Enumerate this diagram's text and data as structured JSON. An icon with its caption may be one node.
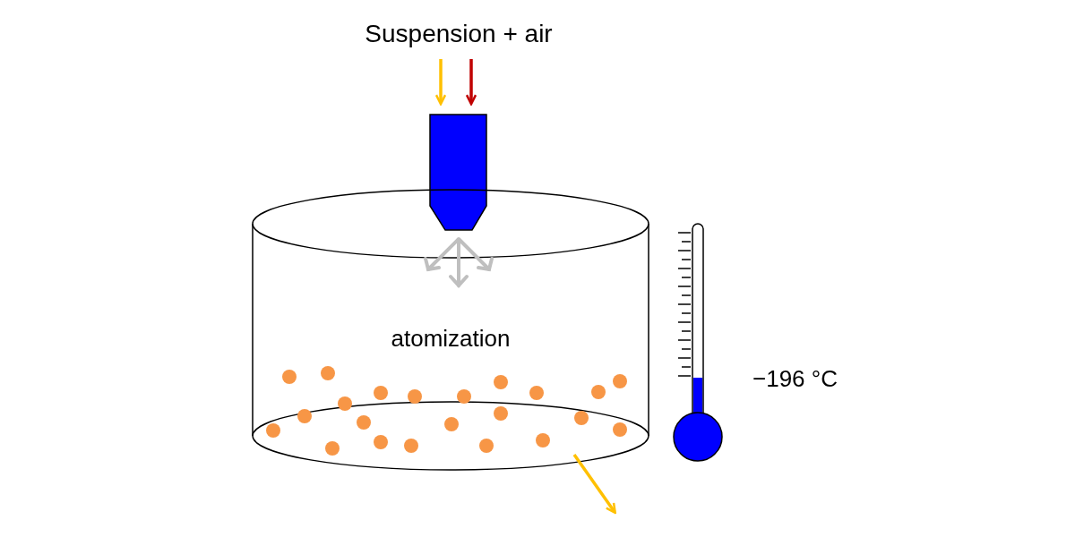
{
  "diagram": {
    "nodes": [
      {
        "text": [
          "Suspension + air"
        ]
      },
      {
        "text": [],
        "shape": "box"
      },
      {
        "text": [
          "atomization"
        ]
      },
      {
        "text": [],
        "shape": "thermometer",
        "beside": [
          "−196 °C"
        ]
      }
    ],
    "edges": [
      {
        "from": 0,
        "to": 1,
        "arrow": "to",
        "color": "#ffc000"
      },
      {
        "from": 0,
        "to": 1,
        "arrow": "to",
        "color": "#c00000"
      },
      {
        "from": 2,
        "to": null,
        "arrow": "to",
        "color": "#ffc000"
      }
    ]
  }
}
